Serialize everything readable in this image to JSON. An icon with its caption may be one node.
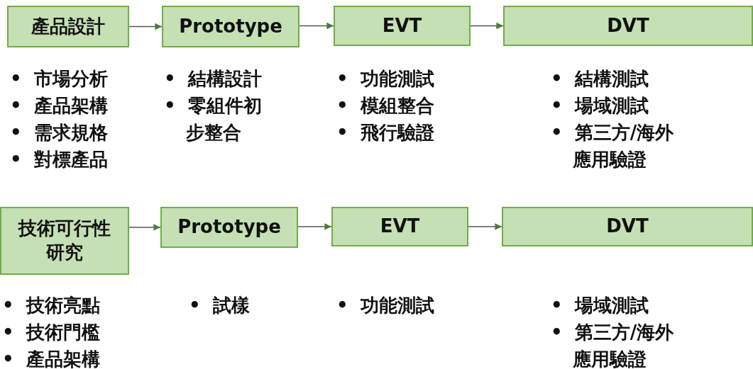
{
  "diagram": {
    "nodes": [
      {
        "text": [
          "產品設計"
        ],
        "beside": [
          "• 市場分析",
          "• 產品架構",
          "• 需求規格",
          "• 對標產品"
        ]
      },
      {
        "text": [
          "Prototype"
        ],
        "beside": [
          "• 結構設計",
          "• 零組件初步整合"
        ]
      },
      {
        "text": [
          "EVT"
        ],
        "beside": [
          "• 功能測試",
          "• 模組整合",
          "• 飛行驗證"
        ]
      },
      {
        "text": [
          "DVT"
        ],
        "beside": [
          "• 結構測試",
          "• 場域測試",
          "• 第三方/海外應用驗證"
        ]
      },
      {
        "text": [
          "技術可行性研究"
        ],
        "beside": [
          "• 技術亮點",
          "• 技術門檻",
          "• 產品架構"
        ]
      },
      {
        "text": [
          "Prototype"
        ],
        "beside": [
          "• 試樣"
        ]
      },
      {
        "text": [
          "EVT"
        ],
        "beside": [
          "• 功能測試"
        ]
      },
      {
        "text": [
          "DVT"
        ],
        "beside": [
          "• 場域測試",
          "• 第三方/海外應用驗證"
        ]
      }
    ],
    "edges": [
      {
        "from": 0,
        "to": 1,
        "arrow": "to"
      },
      {
        "from": 1,
        "to": 2,
        "arrow": "to"
      },
      {
        "from": 2,
        "to": 3,
        "arrow": "to"
      },
      {
        "from": 4,
        "to": 5,
        "arrow": "to"
      },
      {
        "from": 5,
        "to": 6,
        "arrow": "to"
      },
      {
        "from": 6,
        "to": 7,
        "arrow": "to"
      }
    ]
  }
}
